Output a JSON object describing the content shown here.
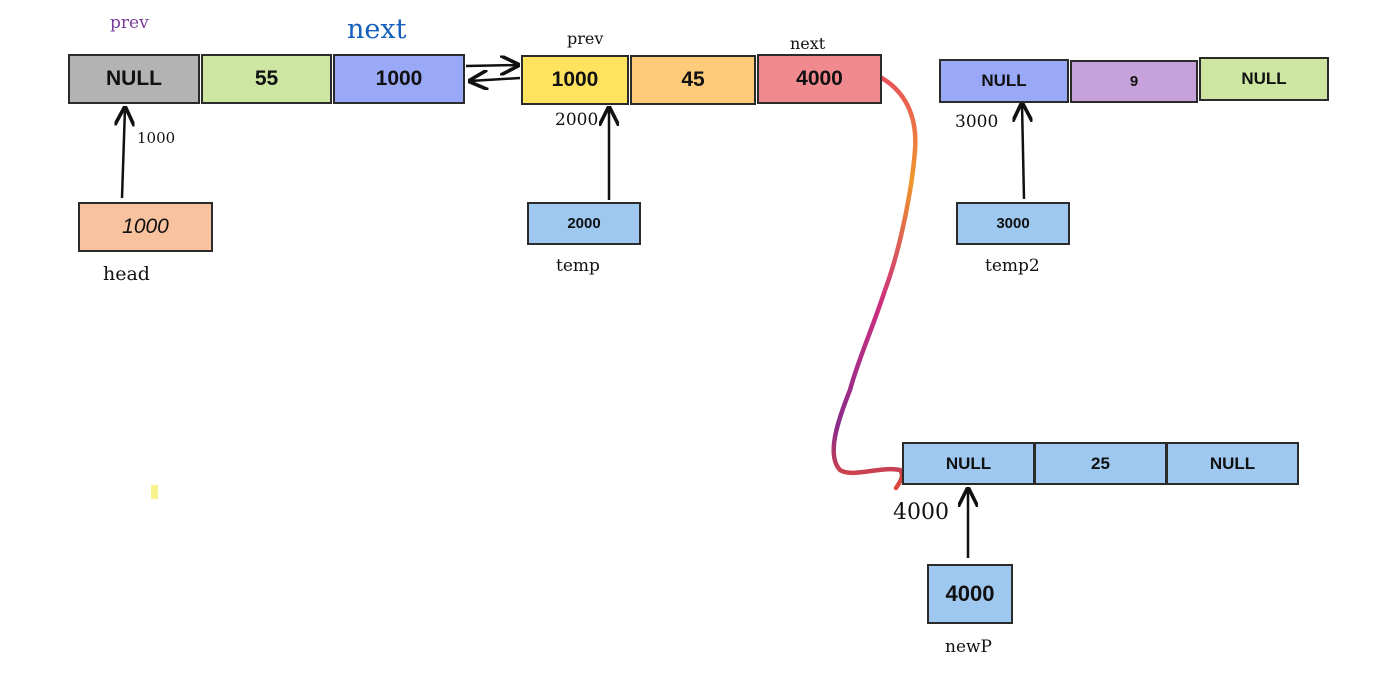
{
  "head_node": {
    "prev": "NULL",
    "data": "55",
    "next": "1000",
    "label_prev": "prev",
    "label_next": "next",
    "address": "1000"
  },
  "node2": {
    "prev": "1000",
    "data": "45",
    "next": "4000",
    "label_prev": "prev",
    "label_next": "next",
    "address": "2000"
  },
  "node3": {
    "prev": "NULL",
    "data": "9",
    "next": "NULL",
    "address": "3000"
  },
  "new_node": {
    "prev": "NULL",
    "data": "25",
    "next": "NULL",
    "address": "4000"
  },
  "pointers": {
    "head": {
      "value": "1000",
      "name": "head"
    },
    "temp": {
      "value": "2000",
      "name": "temp"
    },
    "temp2": {
      "value": "3000",
      "name": "temp2"
    },
    "newP": {
      "value": "4000",
      "name": "newP"
    }
  },
  "colors": {
    "null_gray": "#b3b3b3",
    "data_green": "#cde6a2",
    "next_blue": "#9aa8f8",
    "yellow": "#ffe25e",
    "orange": "#fdcb79",
    "red": "#f08a8f",
    "purple": "#c7a2da",
    "light_blue": "#9ec8f0",
    "peach": "#f9c29f",
    "accent_purple": "#7a3c9a",
    "accent_blue": "#1560bd"
  }
}
